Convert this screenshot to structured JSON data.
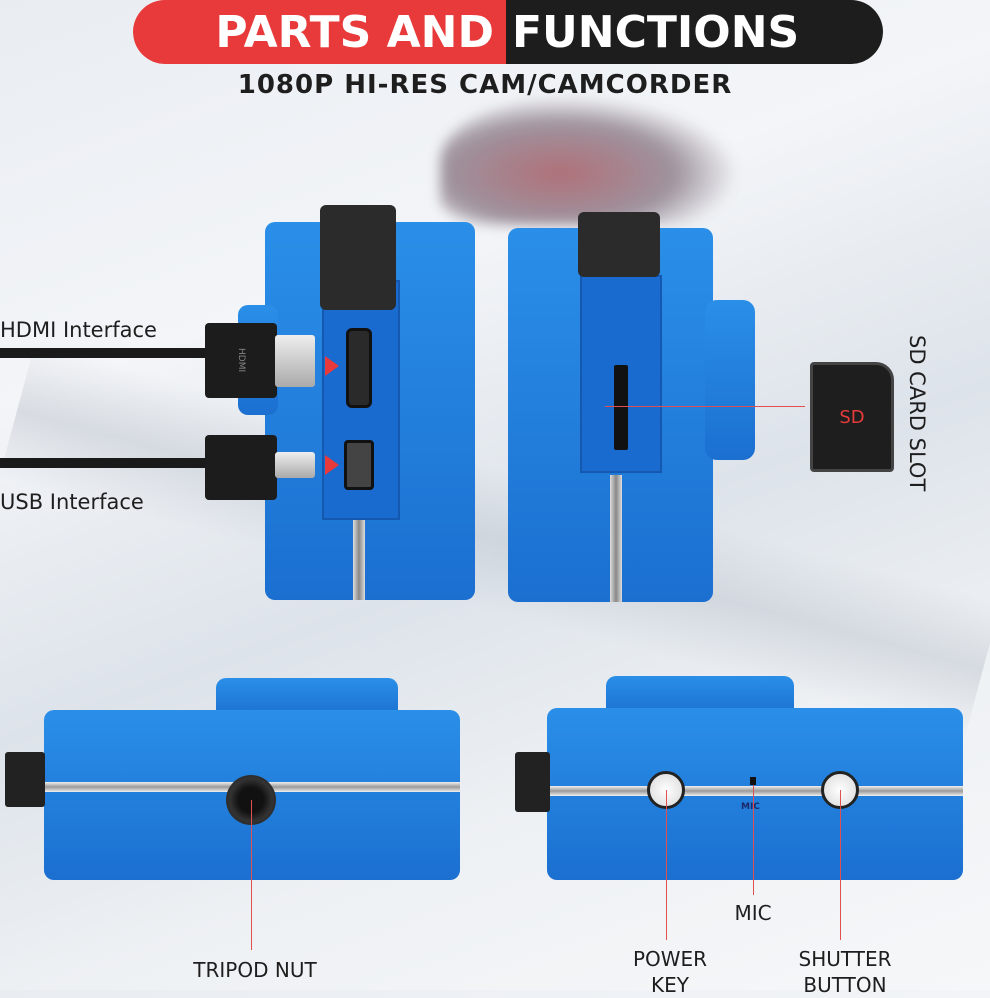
{
  "header": {
    "title_part1": "PARTS AND",
    "title_part2": "FUNCTIONS",
    "subtitle": "1080P HI-RES CAM/CAMCORDER"
  },
  "labels": {
    "hdmi": "HDMI Interface",
    "usb": "USB Interface",
    "sd_slot": "SD CARD SLOT",
    "sd_card": "SD",
    "tripod": "TRIPOD NUT",
    "mic": "MIC",
    "mic_small": "MIC",
    "power_line1": "POWER",
    "power_line2": "KEY",
    "shutter_line1": "SHUTTER",
    "shutter_line2": "BUTTON",
    "hdmi_plug": "HDMI"
  },
  "colors": {
    "accent_red": "#e83a3a",
    "dark": "#1d1d1d",
    "camera_blue": "#1f7edc"
  }
}
